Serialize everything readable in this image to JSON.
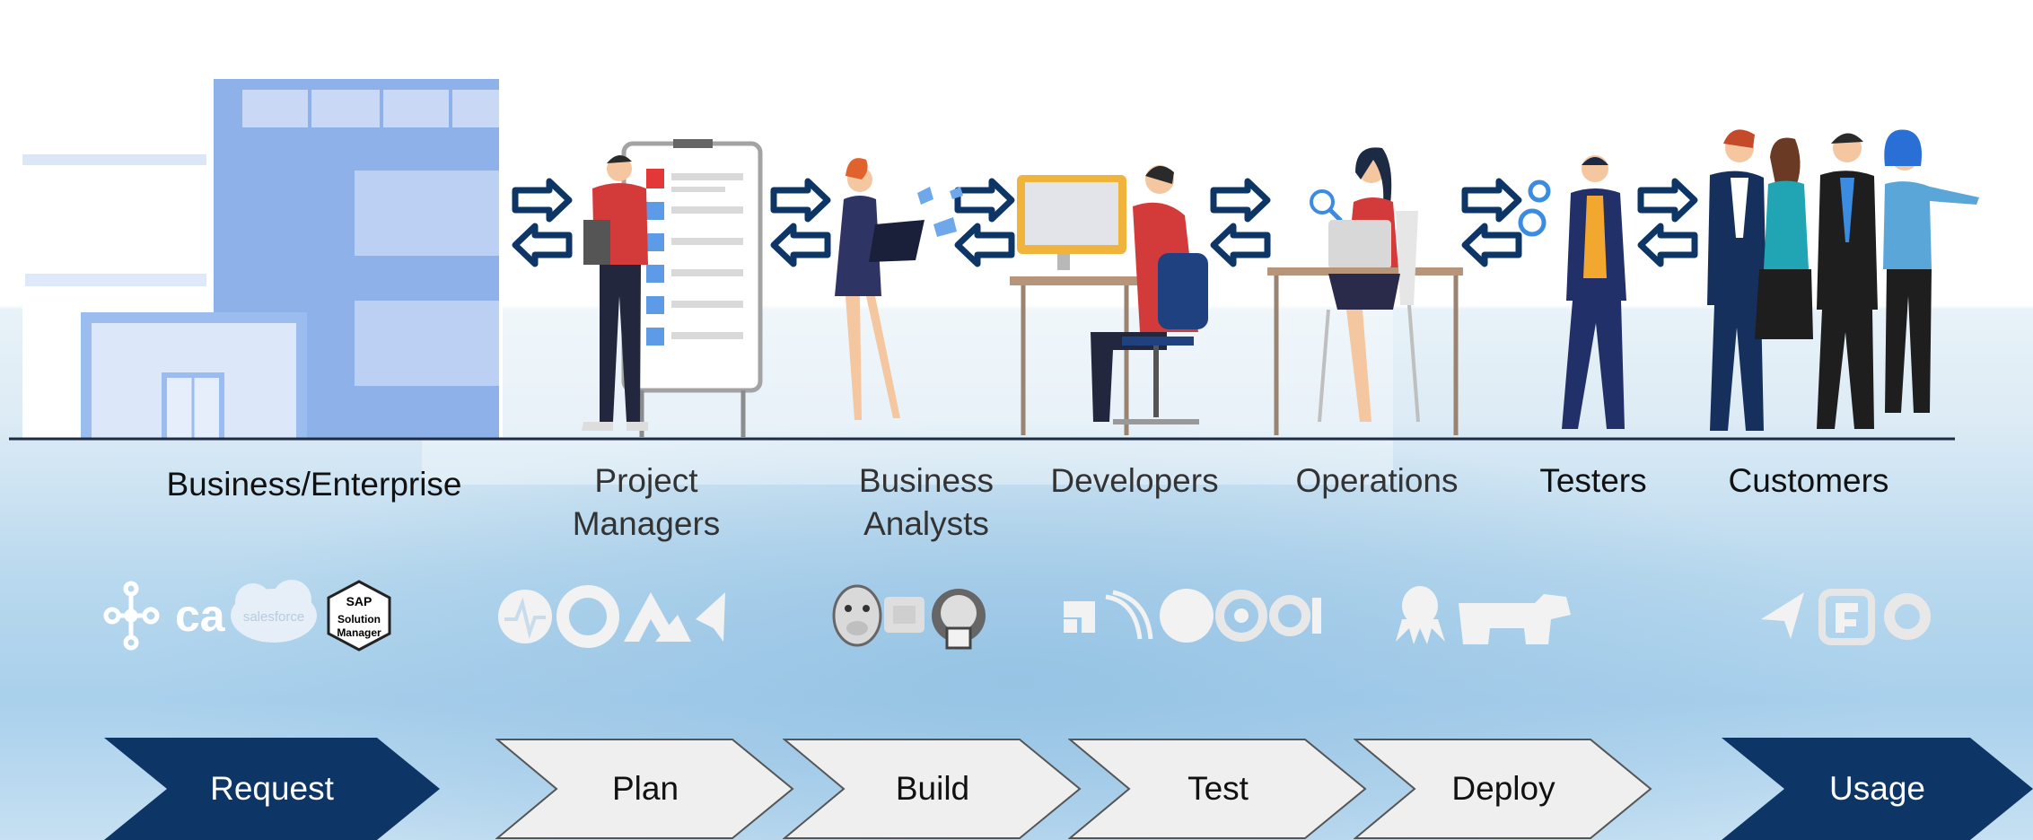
{
  "roles": [
    {
      "id": "business",
      "label": "Business/Enterprise"
    },
    {
      "id": "pm",
      "label": "Project\nManagers"
    },
    {
      "id": "ba",
      "label": "Business\nAnalysts"
    },
    {
      "id": "dev",
      "label": "Developers"
    },
    {
      "id": "ops",
      "label": "Operations"
    },
    {
      "id": "testers",
      "label": "Testers"
    },
    {
      "id": "customers",
      "label": "Customers"
    }
  ],
  "tool_logos": {
    "business": [
      "nodes-logo-icon",
      "ca-logo-icon",
      "salesforce-logo-icon",
      "sap-solution-manager-logo-icon"
    ],
    "pm": [
      "pulse-logo-icon",
      "ring-logo-icon",
      "atlassian-logo-icon",
      "arrowhead-logo-icon"
    ],
    "dev": [
      "git-pig-logo-icon",
      "box-logo-icon",
      "jenkins-logo-icon"
    ],
    "test": [
      "block-logo-icon",
      "waves-logo-icon",
      "ball-logo-icon",
      "power-logo-icon",
      "binary-logo-icon"
    ],
    "deploy": [
      "octopus-logo-icon",
      "cow-logo-icon"
    ],
    "usage": [
      "arrow-logo-icon",
      "f-logo-icon",
      "ring-logo-icon"
    ]
  },
  "logo_text": {
    "ca": "ca",
    "salesforce": "salesforce",
    "sap_top": "SAP",
    "sap_1": "Solution",
    "sap_2": "Manager"
  },
  "stages": [
    {
      "id": "request",
      "label": "Request",
      "style": "dark"
    },
    {
      "id": "plan",
      "label": "Plan",
      "style": "light"
    },
    {
      "id": "build",
      "label": "Build",
      "style": "light"
    },
    {
      "id": "test",
      "label": "Test",
      "style": "light"
    },
    {
      "id": "deploy",
      "label": "Deploy",
      "style": "light"
    },
    {
      "id": "usage",
      "label": "Usage",
      "style": "dark"
    }
  ],
  "colors": {
    "dark_stage": "#0d3566",
    "light_stage": "#efefef",
    "arrow": "#0d3566",
    "building": "#8fb1ea"
  }
}
